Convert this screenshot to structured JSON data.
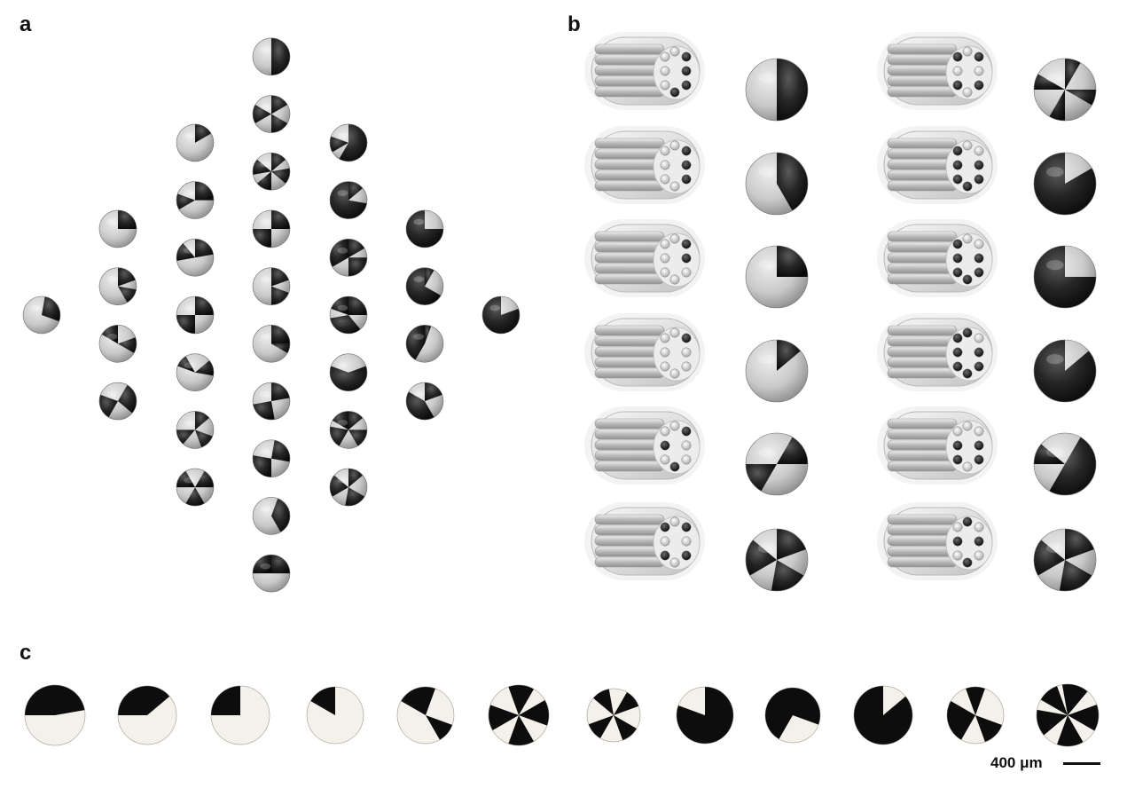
{
  "panels": {
    "a": "a",
    "b": "b",
    "c": "c"
  },
  "scale_bar": {
    "label": "400 μm"
  },
  "colors": {
    "light": "#cfcfcf",
    "dark": "#1c1c1c",
    "photo_dark": "#0d0d0d",
    "photo_light": "#f3f1ea"
  },
  "panel_a": {
    "columns": [
      {
        "patterns": [
          [
            [
              -80,
              20
            ]
          ]
        ]
      },
      {
        "patterns": [
          [
            [
              -90,
              0
            ]
          ],
          [
            [
              -90,
              -20
            ],
            [
              10,
              60
            ]
          ],
          [
            [
              -150,
              -90
            ],
            [
              -20,
              30
            ]
          ],
          [
            [
              -60,
              40
            ],
            [
              120,
              200
            ]
          ]
        ]
      },
      {
        "patterns": [
          [
            [
              -90,
              -30
            ]
          ],
          [
            [
              -90,
              0
            ],
            [
              150,
              200
            ]
          ],
          [
            [
              -90,
              -10
            ],
            [
              170,
              230
            ]
          ],
          [
            [
              -90,
              0
            ],
            [
              90,
              180
            ]
          ],
          [
            [
              -40,
              10
            ],
            [
              -160,
              -120
            ]
          ],
          [
            [
              -90,
              -40
            ],
            [
              20,
              70
            ],
            [
              130,
              180
            ]
          ],
          [
            [
              -60,
              0
            ],
            [
              60,
              120
            ],
            [
              180,
              240
            ]
          ]
        ]
      },
      {
        "patterns": [
          [
            [
              -90,
              90
            ]
          ],
          [
            [
              -90,
              -30
            ],
            [
              30,
              90
            ],
            [
              150,
              210
            ]
          ],
          [
            [
              -90,
              -40
            ],
            [
              -10,
              40
            ],
            [
              90,
              140
            ],
            [
              170,
              220
            ]
          ],
          [
            [
              -90,
              0
            ],
            [
              90,
              180
            ]
          ],
          [
            [
              -90,
              -20
            ],
            [
              20,
              90
            ]
          ],
          [
            [
              -90,
              0
            ],
            [
              0,
              30
            ]
          ],
          [
            [
              -90,
              -10
            ],
            [
              80,
              170
            ]
          ],
          [
            [
              -80,
              10
            ],
            [
              90,
              190
            ]
          ],
          [
            [
              -70,
              60
            ]
          ],
          [
            [
              -90,
              0
            ],
            [
              180,
              270
            ]
          ]
        ]
      },
      {
        "patterns": [
          [
            [
              -90,
              120
            ],
            [
              150,
              200
            ]
          ],
          [
            [
              -90,
              -40
            ],
            [
              10,
              270
            ]
          ],
          [
            [
              -90,
              -30
            ],
            [
              0,
              90
            ],
            [
              150,
              270
            ]
          ],
          [
            [
              -90,
              0
            ],
            [
              50,
              170
            ],
            [
              200,
              270
            ]
          ],
          [
            [
              -20,
              200
            ]
          ],
          [
            [
              -90,
              -40
            ],
            [
              0,
              60
            ],
            [
              120,
              190
            ],
            [
              210,
              270
            ]
          ],
          [
            [
              -90,
              -40
            ],
            [
              30,
              100
            ],
            [
              150,
              220
            ]
          ]
        ]
      },
      {
        "patterns": [
          [
            [
              0,
              270
            ]
          ],
          [
            [
              -90,
              -60
            ],
            [
              30,
              270
            ]
          ],
          [
            [
              -90,
              -70
            ],
            [
              120,
              270
            ]
          ],
          [
            [
              -90,
              -20
            ],
            [
              60,
              210
            ]
          ]
        ]
      },
      {
        "patterns": [
          [
            [
              -20,
              270
            ]
          ]
        ]
      }
    ]
  },
  "panel_b": {
    "left_spheres": [
      [
        [
          -90,
          90
        ]
      ],
      [
        [
          -90,
          60
        ]
      ],
      [
        [
          -90,
          0
        ]
      ],
      [
        [
          -90,
          -40
        ]
      ],
      [
        [
          -60,
          0
        ],
        [
          120,
          180
        ]
      ],
      [
        [
          -90,
          -20
        ],
        [
          30,
          100
        ],
        [
          150,
          220
        ]
      ]
    ],
    "right_spheres": [
      [
        [
          -90,
          -60
        ],
        [
          0,
          30
        ],
        [
          90,
          120
        ],
        [
          180,
          210
        ]
      ],
      [
        [
          -30,
          270
        ]
      ],
      [
        [
          0,
          270
        ]
      ],
      [
        [
          -40,
          270
        ]
      ],
      [
        [
          -60,
          120
        ],
        [
          180,
          220
        ]
      ],
      [
        [
          -90,
          -20
        ],
        [
          30,
          100
        ],
        [
          150,
          220
        ]
      ]
    ],
    "left_bundle_dark_holes": [
      [
        0,
        1,
        2,
        3
      ],
      [
        0,
        1,
        2
      ],
      [
        0,
        1
      ],
      [
        0
      ],
      [
        0,
        3,
        5
      ],
      [
        0,
        2,
        4,
        6
      ]
    ],
    "right_bundle_dark_holes": [
      [
        0,
        2,
        4,
        6
      ],
      [
        1,
        2,
        3,
        4,
        5,
        6
      ],
      [
        1,
        2,
        3,
        4,
        5,
        6
      ],
      [
        1,
        2,
        3,
        4,
        5,
        6,
        7
      ],
      [
        1,
        2,
        4,
        5
      ],
      [
        1,
        3,
        5,
        7
      ]
    ]
  },
  "panel_c": {
    "photos": [
      [
        [
          -180,
          -10
        ]
      ],
      [
        [
          -180,
          -40
        ]
      ],
      [
        [
          -180,
          -90
        ]
      ],
      [
        [
          -150,
          -90
        ]
      ],
      [
        [
          -150,
          -70
        ],
        [
          20,
          60
        ]
      ],
      [
        [
          -110,
          -60
        ],
        [
          -30,
          20
        ],
        [
          60,
          110
        ],
        [
          150,
          200
        ]
      ],
      [
        [
          -140,
          -100
        ],
        [
          -60,
          -20
        ],
        [
          30,
          70
        ],
        [
          120,
          160
        ]
      ],
      [
        [
          -90,
          200
        ]
      ],
      [
        [
          -90,
          20
        ],
        [
          120,
          270
        ]
      ],
      [
        [
          -40,
          270
        ]
      ],
      [
        [
          -110,
          -70
        ],
        [
          20,
          70
        ],
        [
          120,
          210
        ]
      ],
      [
        [
          -100,
          -50
        ],
        [
          -20,
          30
        ],
        [
          60,
          110
        ],
        [
          140,
          190
        ],
        [
          210,
          250
        ]
      ]
    ]
  }
}
